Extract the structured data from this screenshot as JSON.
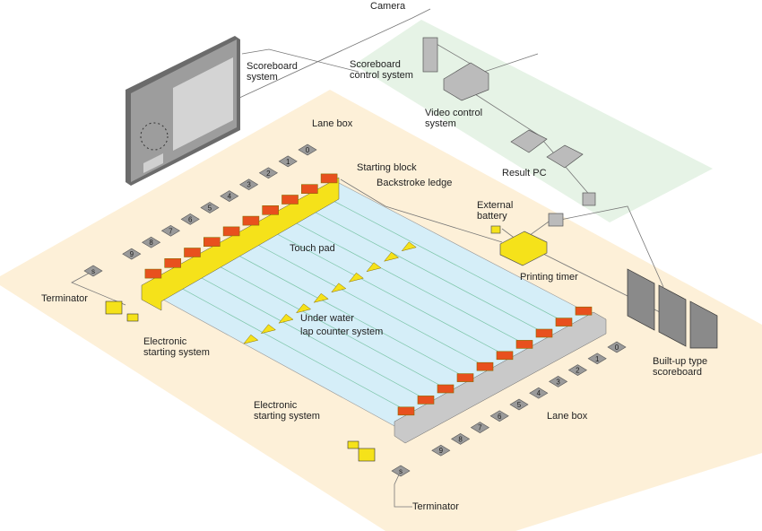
{
  "colors": {
    "floor": "#fdf0d8",
    "network": "#e6f3e6",
    "water": "#d5eef8",
    "block": "#f5e21a",
    "pad": "#e8501e",
    "device": "#9a9a9a",
    "wall": "#c9c9c9",
    "scoreboard": "#6b6b6b"
  },
  "labels": {
    "camera": "Camera",
    "scoreboard_system_1": "Scoreboard",
    "scoreboard_system_2": "system",
    "scoreboard_control_1": "Scoreboard",
    "scoreboard_control_2": "control system",
    "video_control_1": "Video control",
    "video_control_2": "system",
    "lane_box_top": "Lane box",
    "starting_block": "Starting block",
    "backstroke_ledge": "Backstroke ledge",
    "result_pc": "Result PC",
    "external_battery_1": "External",
    "external_battery_2": "battery",
    "touch_pad": "Touch pad",
    "printing_timer": "Printing timer",
    "terminator_left": "Terminator",
    "underwater_1": "Under water",
    "underwater_2": "lap counter system",
    "electronic_start_left_1": "Electronic",
    "electronic_start_left_2": "starting system",
    "built_up_1": "Built-up type",
    "built_up_2": "scoreboard",
    "lane_box_bottom": "Lane box",
    "electronic_start_bottom_1": "Electronic",
    "electronic_start_bottom_2": "starting system",
    "terminator_bottom": "Terminator"
  },
  "lane_numbers": [
    "0",
    "1",
    "2",
    "3",
    "4",
    "5",
    "6",
    "7",
    "8",
    "9"
  ],
  "terminator_box_label": "s"
}
